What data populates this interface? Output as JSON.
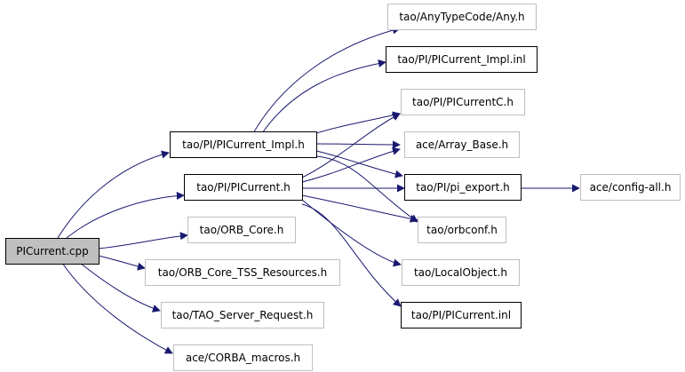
{
  "nodes": {
    "root": "PICurrent.cpp",
    "any_h": "tao/AnyTypeCode/Any.h",
    "picurrent_impl_inl": "tao/PI/PICurrent_Impl.inl",
    "picurrentc_h": "tao/PI/PICurrentC.h",
    "picurrent_impl_h": "tao/PI/PICurrent_Impl.h",
    "array_base_h": "ace/Array_Base.h",
    "picurrent_h": "tao/PI/PICurrent.h",
    "pi_export_h": "tao/PI/pi_export.h",
    "config_all_h": "ace/config-all.h",
    "orbconf_h": "tao/orbconf.h",
    "orb_core_h": "tao/ORB_Core.h",
    "orb_core_tss_h": "tao/ORB_Core_TSS_Resources.h",
    "localobject_h": "tao/LocalObject.h",
    "server_request_h": "tao/TAO_Server_Request.h",
    "picurrent_inl": "tao/PI/PICurrent.inl",
    "corba_macros_h": "ace/CORBA_macros.h"
  },
  "colors": {
    "edge": "#191970",
    "root_fill": "#bfbfbf",
    "documented_border": "#000000",
    "undocumented_border": "#bfbfbf"
  }
}
